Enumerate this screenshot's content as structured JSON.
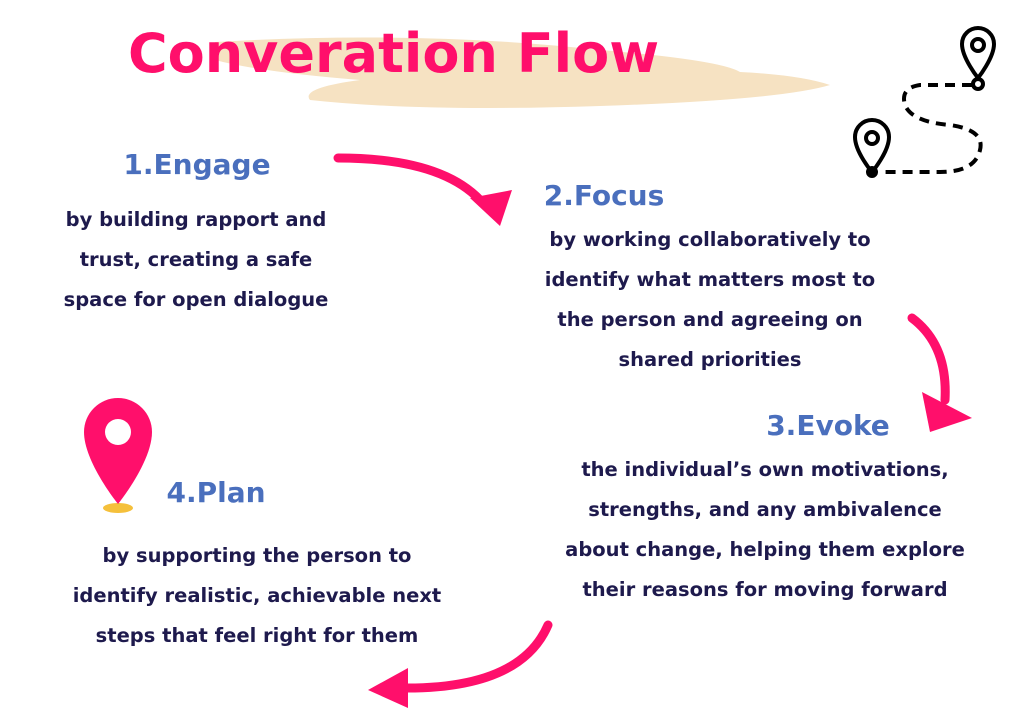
{
  "title": "Converation Flow",
  "colors": {
    "accent": "#ff0f6b",
    "heading": "#4a6fbd",
    "text": "#1e1a4d",
    "brush": "#f6e2c2"
  },
  "steps": [
    {
      "heading": "1.Engage",
      "lines": [
        "by building rapport and",
        "trust, creating a safe",
        "space for open dialogue"
      ]
    },
    {
      "heading": "2.Focus",
      "lines": [
        "by working collaboratively to",
        "identify what matters most to",
        "the person and agreeing on",
        "shared priorities"
      ]
    },
    {
      "heading": "3.Evoke",
      "lines": [
        "the individual’s own motivations,",
        "strengths, and any ambivalence",
        "about change, helping them explore",
        "their reasons for moving forward"
      ]
    },
    {
      "heading": "4.Plan",
      "lines": [
        "by supporting the person to",
        "identify realistic, achievable next",
        "steps that feel right for them"
      ]
    }
  ],
  "icons": [
    "route-map-icon",
    "location-pin-icon",
    "curved-arrow-icon"
  ]
}
